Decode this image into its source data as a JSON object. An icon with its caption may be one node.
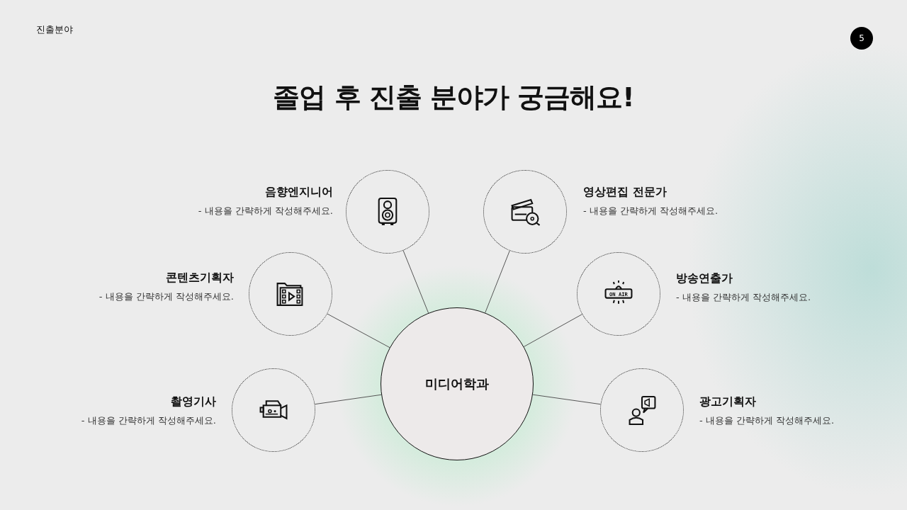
{
  "diagram": {
    "title": "졸업 후 진출 분야가 궁금해요!",
    "nodes": [
      {
        "text": [
          "미디어학과"
        ]
      },
      {
        "text": [
          "음향엔지니어",
          "- 내용을 간략하게 작성해주세요."
        ]
      },
      {
        "text": [
          "영상편집 전문가",
          "- 내용을 간략하게 작성해주세요."
        ]
      },
      {
        "text": [
          "콘텐츠기획자",
          "- 내용을 간략하게 작성해주세요."
        ]
      },
      {
        "text": [
          "방송연출가",
          "- 내용을 간략하게 작성해주세요."
        ]
      },
      {
        "text": [
          "촬영기사",
          "- 내용을 간략하게 작성해주세요."
        ]
      },
      {
        "text": [
          "광고기획자",
          "- 내용을 간략하게 작성해주세요."
        ]
      }
    ],
    "edges": [
      {
        "from": 0,
        "to": 1,
        "arrow": "none"
      },
      {
        "from": 0,
        "to": 2,
        "arrow": "none"
      },
      {
        "from": 0,
        "to": 3,
        "arrow": "none"
      },
      {
        "from": 0,
        "to": 4,
        "arrow": "none"
      },
      {
        "from": 0,
        "to": 5,
        "arrow": "none"
      },
      {
        "from": 0,
        "to": 6,
        "arrow": "none"
      }
    ],
    "labels": [
      "진출분야",
      "5",
      "ON AIR"
    ]
  }
}
